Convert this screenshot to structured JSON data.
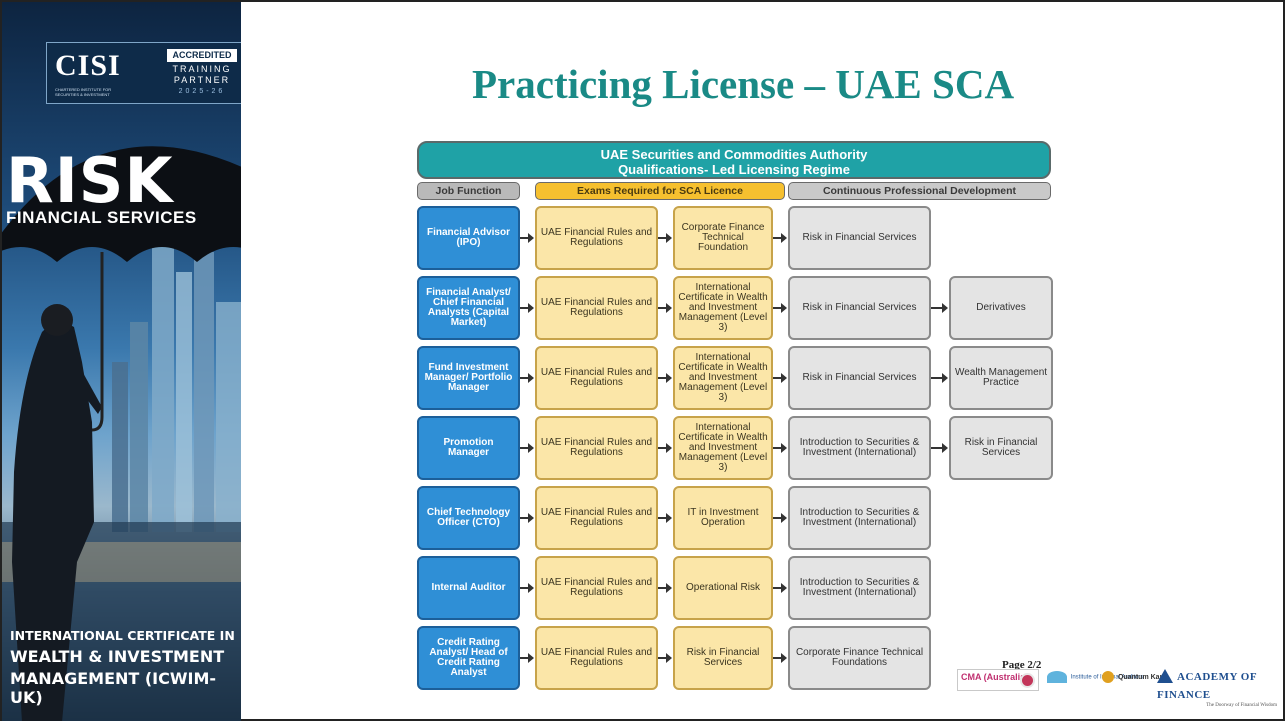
{
  "banner": {
    "cisi_logo": "CISI",
    "cisi_sub": "CHARTERED INSTITUTE FOR SECURITIES & INVESTMENT",
    "accredited": "ACCREDITED",
    "training": "TRAINING",
    "partner": "PARTNER",
    "year": "2025-26",
    "risk": "RISK",
    "financial_services": "FINANCIAL SERVICES",
    "course_line1": "INTERNATIONAL CERTIFICATE IN",
    "course_line2": "WEALTH & INVESTMENT",
    "course_line3": "MANAGEMENT (ICWIM-UK)"
  },
  "title": "Practicing License – UAE SCA",
  "chart": {
    "header_line1": "UAE Securities and Commodities Authority",
    "header_line2": "Qualifications- Led Licensing Regime",
    "col_job": "Job Function",
    "col_exam": "Exams Required for SCA Licence",
    "col_cpd": "Continuous Professional Development",
    "rows": [
      {
        "job": "Financial Advisor (IPO)",
        "exam1": "UAE Financial Rules and Regulations",
        "exam2": "Corporate Finance Technical Foundation",
        "cpd1": "Risk in Financial Services",
        "cpd2": ""
      },
      {
        "job": "Financial Analyst/ Chief Financial Analysts (Capital Market)",
        "exam1": "UAE Financial Rules and Regulations",
        "exam2": "International Certificate in Wealth and Investment Management (Level 3)",
        "cpd1": "Risk in Financial Services",
        "cpd2": "Derivatives"
      },
      {
        "job": "Fund Investment Manager/ Portfolio Manager",
        "exam1": "UAE Financial Rules and Regulations",
        "exam2": "International Certificate in Wealth and Investment Management (Level 3)",
        "cpd1": "Risk in Financial Services",
        "cpd2": "Wealth Management Practice"
      },
      {
        "job": "Promotion Manager",
        "exam1": "UAE Financial Rules and Regulations",
        "exam2": "International Certificate in Wealth and Investment Management (Level 3)",
        "cpd1": "Introduction to Securities & Investment (International)",
        "cpd2": "Risk in Financial Services"
      },
      {
        "job": "Chief Technology Officer (CTO)",
        "exam1": "UAE Financial Rules and Regulations",
        "exam2": "IT in Investment Operation",
        "cpd1": "Introduction to Securities & Investment (International)",
        "cpd2": ""
      },
      {
        "job": "Internal Auditor",
        "exam1": "UAE Financial Rules and Regulations",
        "exam2": "Operational Risk",
        "cpd1": "Introduction to Securities & Investment (International)",
        "cpd2": ""
      },
      {
        "job": "Credit Rating Analyst/ Head of Credit Rating Analyst",
        "exam1": "UAE Financial Rules and Regulations",
        "exam2": "Risk in Financial Services",
        "cpd1": "Corporate Finance Technical Foundations",
        "cpd2": ""
      }
    ],
    "page": "Page 2/2"
  },
  "logos": {
    "cma": "CMA (Australia)",
    "iia": "Institute of Internal Auditors",
    "qk": "Quantum Kap",
    "aof": "ACADEMY OF FINANCE",
    "aof_sub": "The Doorway of Financial Wisdom"
  }
}
